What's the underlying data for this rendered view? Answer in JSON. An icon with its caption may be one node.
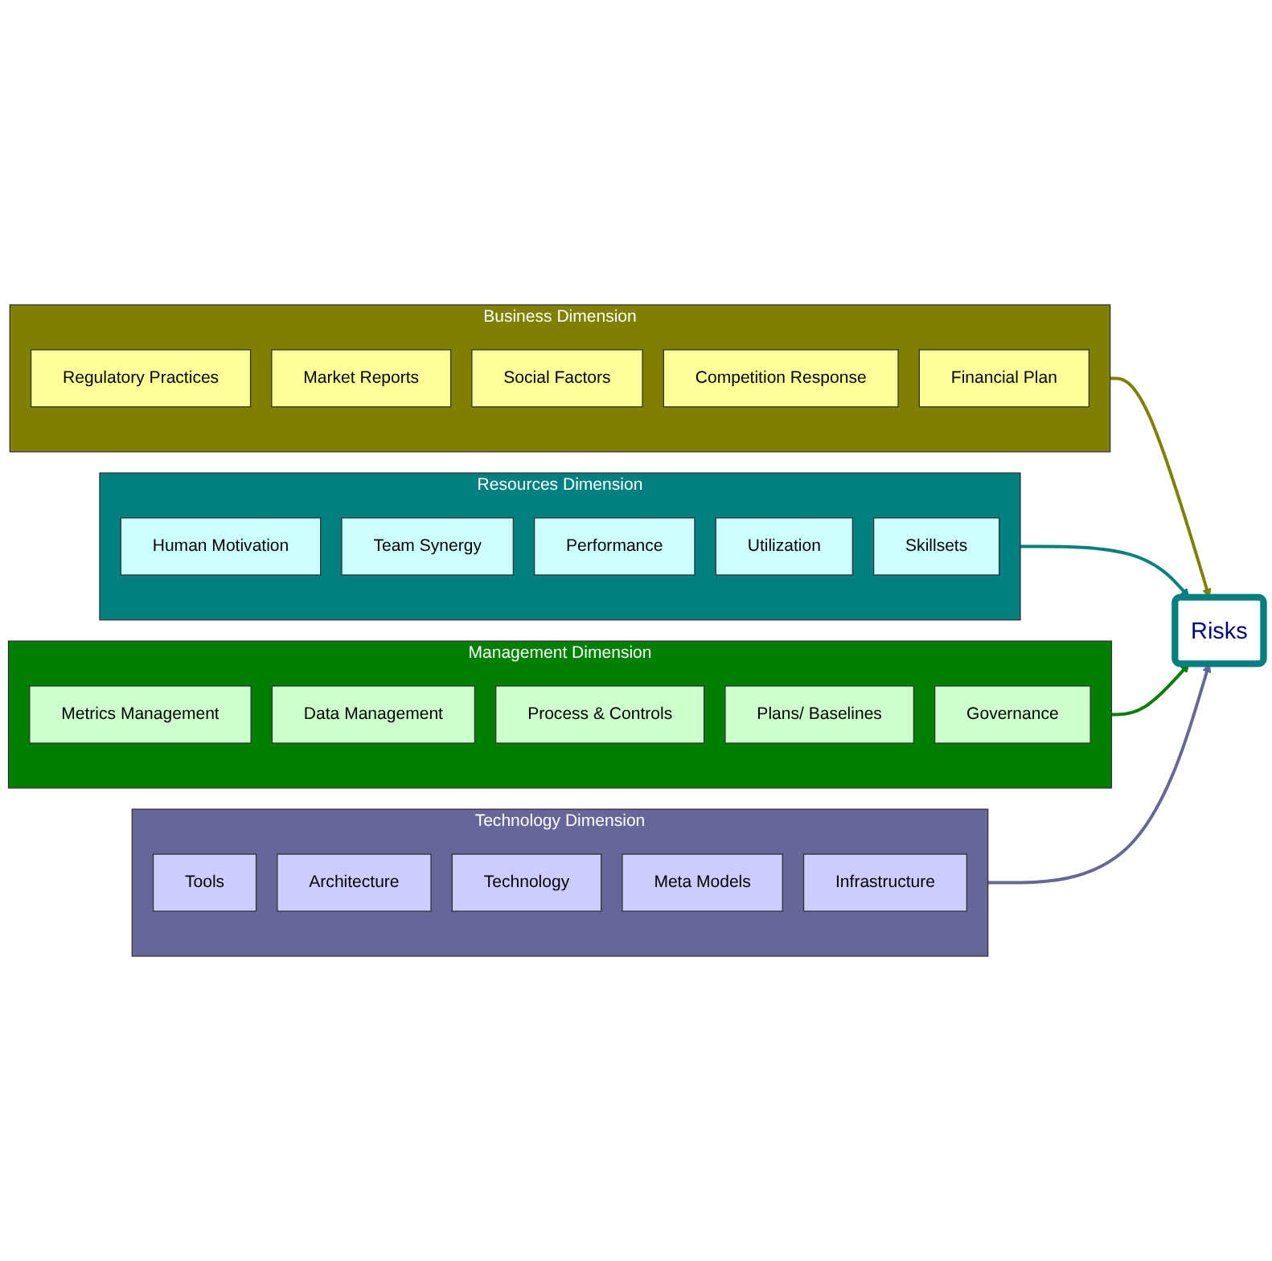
{
  "diagram": {
    "nodes": [
      {
        "text": [
          "Business Dimension"
        ]
      },
      {
        "text": [
          "Regulatory Practices"
        ],
        "in": 0
      },
      {
        "text": [
          "Market Reports"
        ],
        "in": 0
      },
      {
        "text": [
          "Social Factors"
        ],
        "in": 0
      },
      {
        "text": [
          "Competition Response"
        ],
        "in": 0
      },
      {
        "text": [
          "Financial Plan"
        ],
        "in": 0
      },
      {
        "text": [
          "Resources Dimension"
        ]
      },
      {
        "text": [
          "Human Motivation"
        ],
        "in": 6
      },
      {
        "text": [
          "Team Synergy"
        ],
        "in": 6
      },
      {
        "text": [
          "Performance"
        ],
        "in": 6
      },
      {
        "text": [
          "Utilization"
        ],
        "in": 6
      },
      {
        "text": [
          "Skillsets"
        ],
        "in": 6
      },
      {
        "text": [
          "Risks"
        ]
      },
      {
        "text": [
          "Management Dimension"
        ]
      },
      {
        "text": [
          "Metrics Management"
        ],
        "in": 13
      },
      {
        "text": [
          "Data Management"
        ],
        "in": 13
      },
      {
        "text": [
          "Process & Controls"
        ],
        "in": 13
      },
      {
        "text": [
          "Plans/ Baselines"
        ],
        "in": 13
      },
      {
        "text": [
          "Governance"
        ],
        "in": 13
      },
      {
        "text": [
          "Technology Dimension"
        ]
      },
      {
        "text": [
          "Tools"
        ],
        "in": 19
      },
      {
        "text": [
          "Architecture"
        ],
        "in": 19
      },
      {
        "text": [
          "Technology"
        ],
        "in": 19
      },
      {
        "text": [
          "Meta Models"
        ],
        "in": 19
      },
      {
        "text": [
          "Infrastructure"
        ],
        "in": 19
      }
    ],
    "edges": [
      {
        "from": 0,
        "to": 12,
        "arrow": "to",
        "color": "#808000"
      },
      {
        "from": 6,
        "to": 12,
        "arrow": "to",
        "color": "#008080"
      },
      {
        "from": 13,
        "to": 12,
        "arrow": "to",
        "color": "#008000"
      },
      {
        "from": 19,
        "to": 12,
        "arrow": "to",
        "color": "#666699"
      }
    ]
  }
}
